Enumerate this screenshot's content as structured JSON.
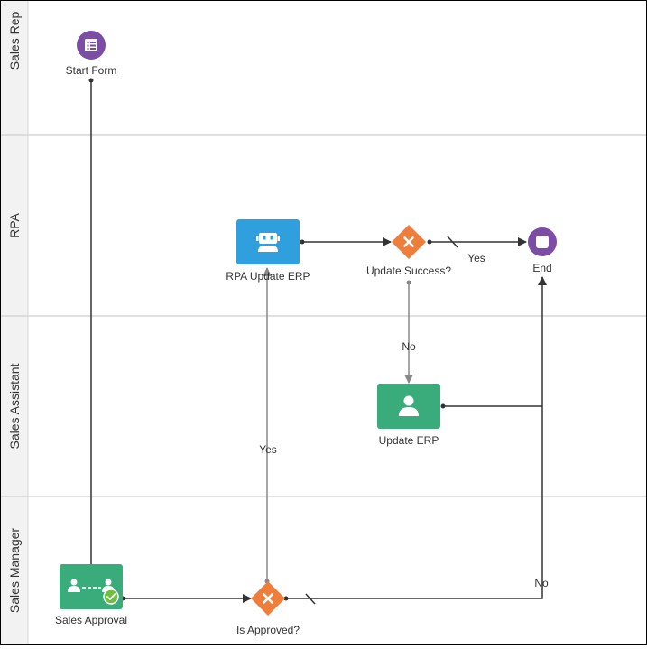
{
  "lanes": [
    {
      "label": "Sales Rep"
    },
    {
      "label": "RPA"
    },
    {
      "label": "Sales Assistant"
    },
    {
      "label": "Sales Manager"
    }
  ],
  "nodes": {
    "start_form": {
      "label": "Start Form",
      "icon": "form-icon"
    },
    "rpa_update_erp": {
      "label": "RPA Update ERP",
      "icon": "robot-icon"
    },
    "update_success": {
      "label": "Update Success?",
      "icon": "x-gateway-icon"
    },
    "end": {
      "label": "End",
      "icon": "stop-icon"
    },
    "update_erp": {
      "label": "Update ERP",
      "icon": "user-icon"
    },
    "sales_approval": {
      "label": "Sales Approval",
      "icon": "approval-icon"
    },
    "is_approved": {
      "label": "Is Approved?",
      "icon": "x-gateway-icon"
    }
  },
  "edges": {
    "success_yes": "Yes",
    "success_no": "No",
    "approved_yes": "Yes",
    "approved_no": "No"
  },
  "colors": {
    "event": "#7b4da4",
    "rpa_task": "#2f9fde",
    "user_task": "#3aab7b",
    "gateway": "#ee7e3b",
    "lane_header": "#f2f2f2",
    "lane_border": "#d6d6d6",
    "flow_dark": "#333333",
    "flow_gray": "#888888"
  }
}
